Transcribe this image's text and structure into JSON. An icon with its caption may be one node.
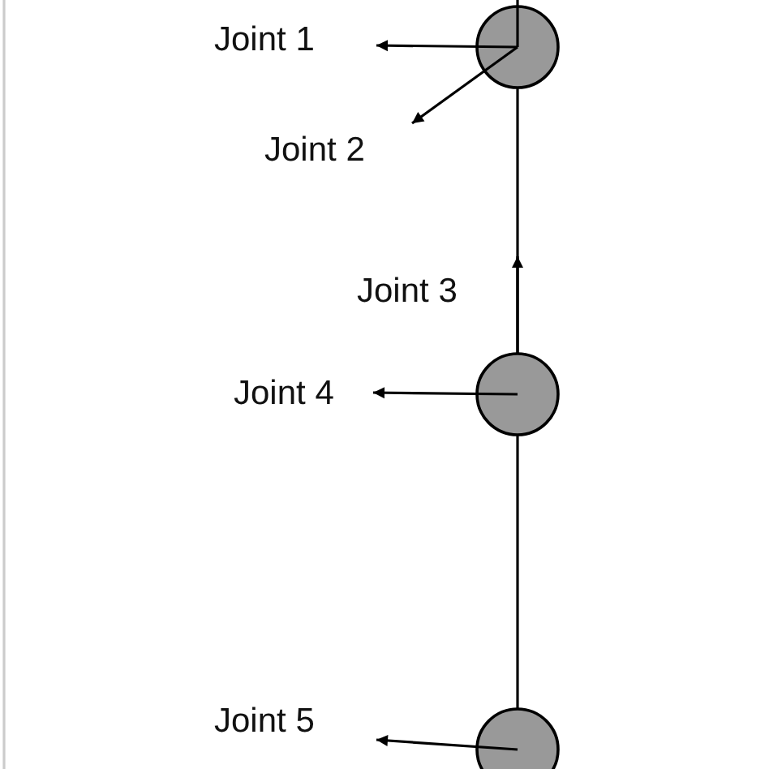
{
  "diagram": {
    "nodes": [
      {
        "text": [
          "Joint 1"
        ]
      },
      {
        "text": [
          "Joint 2"
        ]
      },
      {
        "text": [],
        "shape": "circle"
      },
      {
        "text": [
          "Joint 4"
        ]
      },
      {
        "text": [],
        "shape": "circle"
      },
      {
        "text": [
          "Joint 5"
        ]
      },
      {
        "text": [],
        "shape": "circle"
      }
    ],
    "edges": [
      {
        "from": 2,
        "to": 0,
        "arrow": "to"
      },
      {
        "from": 2,
        "to": 1,
        "arrow": "to"
      },
      {
        "from": 4,
        "to": null,
        "arrow": "to"
      },
      {
        "from": 4,
        "to": 3,
        "arrow": "to"
      },
      {
        "from": 4,
        "to": 6,
        "arrow": "none"
      },
      {
        "from": 2,
        "to": 4,
        "arrow": "none"
      },
      {
        "from": 6,
        "to": 5,
        "arrow": "to"
      }
    ],
    "labels": [
      "Joint 3"
    ]
  }
}
